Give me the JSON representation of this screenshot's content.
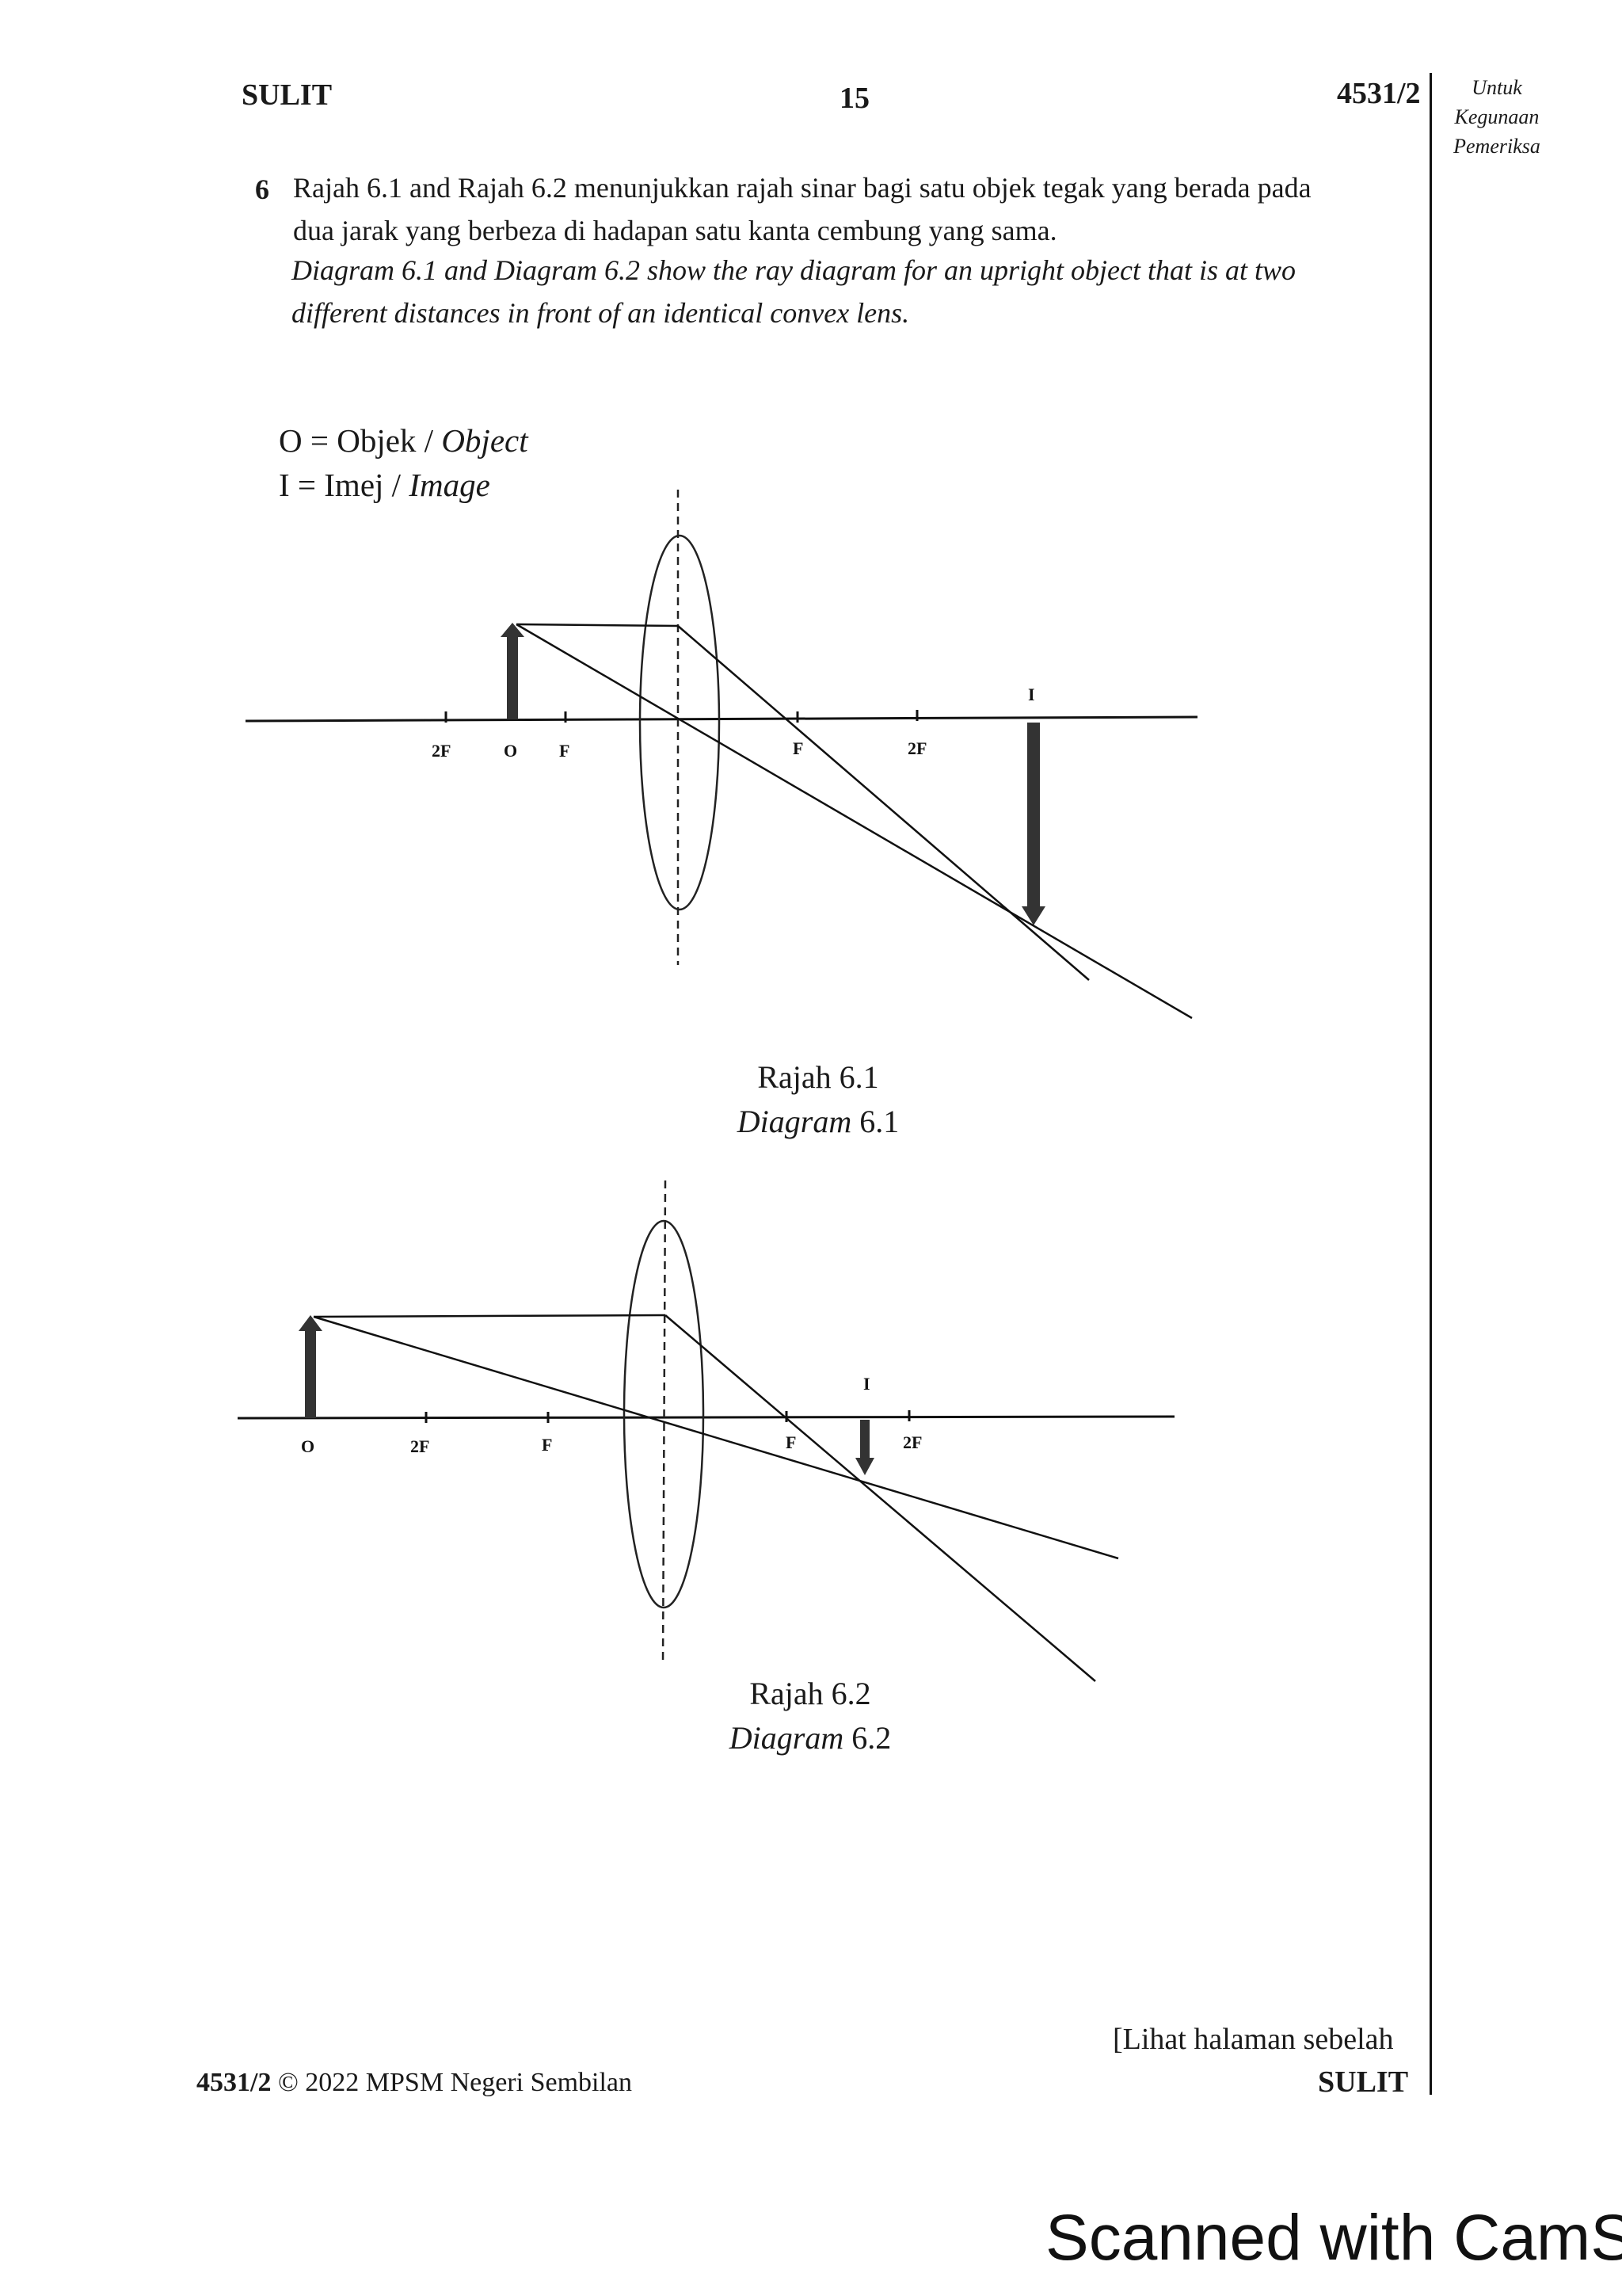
{
  "header": {
    "left": "SULIT",
    "page_number": "15",
    "code": "4531/2",
    "margin_note": [
      "Untuk",
      "Kegunaan",
      "Pemeriksa"
    ]
  },
  "question": {
    "number": "6",
    "malay_lines": [
      "Rajah 6.1 and Rajah 6.2 menunjukkan rajah sinar bagi satu objek tegak yang berada pada",
      "dua jarak yang berbeza di hadapan satu kanta cembung yang sama."
    ],
    "english_lines": [
      "Diagram 6.1 and Diagram 6.2 show the ray diagram for an upright object that is at two",
      "different distances in front of an identical convex lens."
    ]
  },
  "legend": {
    "o_line": "O = Objek / ",
    "o_italic": "Object",
    "i_line": "I  = Imej / ",
    "i_italic": "Image"
  },
  "diagram1": {
    "labels": {
      "two_f_left": "2F",
      "o": "O",
      "f_left": "F",
      "f_right": "F",
      "two_f_right": "2F",
      "i": "I"
    },
    "caption_malay": "Rajah 6.1",
    "caption_english_italic": "Diagram",
    "caption_english_num": " 6.1"
  },
  "diagram2": {
    "labels": {
      "o": "O",
      "two_f_left": "2F",
      "f_left": "F",
      "f_right": "F",
      "two_f_right": "2F",
      "i": "I"
    },
    "caption_malay": "Rajah 6.2",
    "caption_english_italic": "Diagram",
    "caption_english_num": " 6.2"
  },
  "footer": {
    "left_bold": "4531/2",
    "left_rest": " © 2022 MPSM Negeri Sembilan",
    "right_top": "[Lihat halaman sebelah",
    "right_bottom": "SULIT"
  },
  "watermark": "Scanned with CamSca"
}
